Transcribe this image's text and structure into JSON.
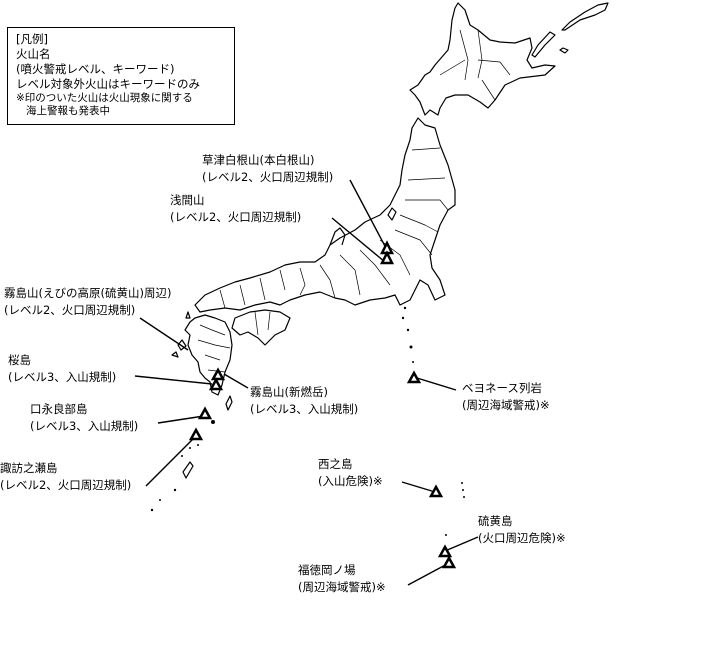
{
  "legend": {
    "title": "[凡例]",
    "line1": "火山名",
    "line2": "(噴火警戒レベル、キーワード)",
    "line3": "レベル対象外火山はキーワードのみ",
    "note1": "※印のついた火山は火山現象に関する",
    "note2": "海上警報も発表中"
  },
  "volcanoes": [
    {
      "name": "草津白根山(本白根山)",
      "status": "(レベル2、火口周辺規制)"
    },
    {
      "name": "浅間山",
      "status": "(レベル2、火口周辺規制)"
    },
    {
      "name": "霧島山(えびの高原(硫黄山)周辺)",
      "status": "(レベル2、火口周辺規制)"
    },
    {
      "name": "桜島",
      "status": "(レベル3、入山規制)"
    },
    {
      "name": "霧島山(新燃岳)",
      "status": "(レベル3、入山規制)"
    },
    {
      "name": "口永良部島",
      "status": "(レベル3、入山規制)"
    },
    {
      "name": "諏訪之瀬島",
      "status": "(レベル2、火口周辺規制)"
    },
    {
      "name": "ベヨネース列岩",
      "status": "(周辺海域警戒)※"
    },
    {
      "name": "西之島",
      "status": "(入山危険)※"
    },
    {
      "name": "硫黄島",
      "status": "(火口周辺危険)※"
    },
    {
      "name": "福徳岡ノ場",
      "status": "(周辺海域警戒)※"
    }
  ],
  "colors": {
    "outline": "#000000",
    "background": "#ffffff"
  }
}
